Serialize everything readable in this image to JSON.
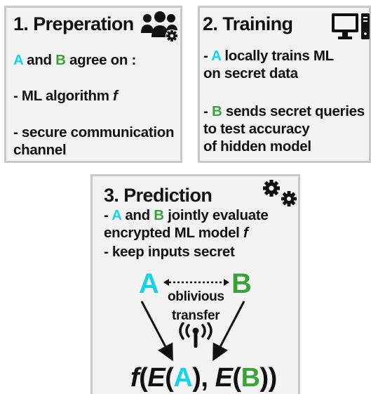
{
  "panel1": {
    "title": "1. Preperation",
    "agree_a": "A",
    "agree_and": "and",
    "agree_b": "B",
    "agree_rest": "agree on :",
    "item1_text": "- ML algorithm",
    "item1_f": "f",
    "item2_line1": "- secure communication",
    "item2_line2": "channel",
    "icon": "users-gear-icon"
  },
  "panel2": {
    "title": "2. Training",
    "l1_dash": "-",
    "l1_a": "A",
    "l1_rest": "locally trains ML",
    "l2": "on secret data",
    "l3_dash": "-",
    "l3_b": "B",
    "l3_rest": "sends secret queries",
    "l4": "to test accuracy",
    "l5": "of hidden model",
    "icon": "desktop-computer-icon"
  },
  "panel3": {
    "title": "3. Prediction",
    "l1_dash": "-",
    "l1_a": "A",
    "l1_and": "and",
    "l1_b": "B",
    "l1_rest": "jointly evaluate",
    "l2_text": "encrypted ML model",
    "l2_f": "f",
    "l3": "- keep inputs secret",
    "party_a": "A",
    "party_b": "B",
    "ot_line1": "oblivious",
    "ot_line2": "transfer",
    "formula": {
      "f": "f",
      "open": "(",
      "e1": "E",
      "p1": "(",
      "a": "A",
      "c1": "),",
      "e2": "E",
      "p2": "(",
      "b": "B",
      "c2": "))"
    },
    "icon": "gears-icon"
  },
  "colors": {
    "party_a": "#17d2eb",
    "party_b": "#3aa43a"
  }
}
